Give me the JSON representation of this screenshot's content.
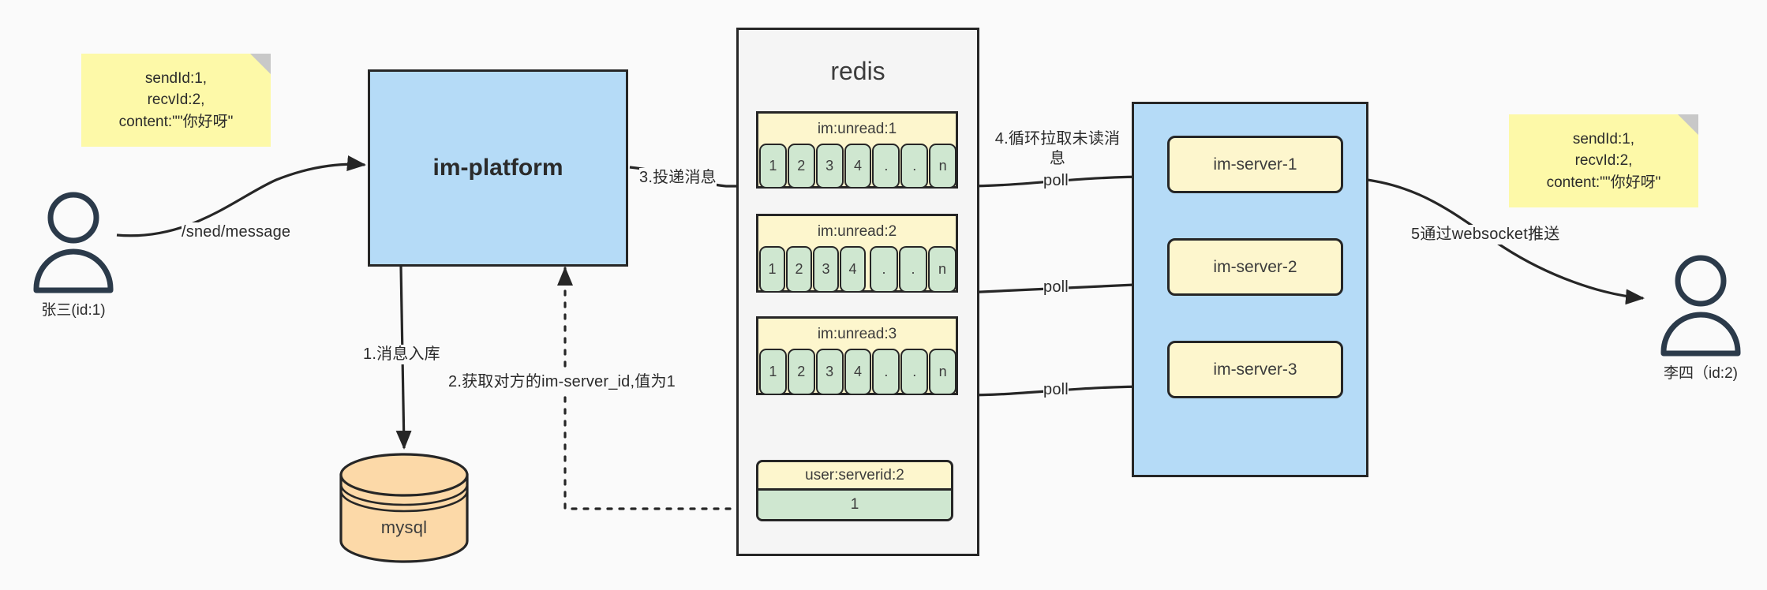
{
  "diagram": {
    "title": "IM message delivery architecture"
  },
  "actors": {
    "sender": {
      "label": "张三(id:1)",
      "icon": "person-icon"
    },
    "receiver": {
      "label": "李四（id:2)",
      "icon": "person-icon"
    }
  },
  "notes": {
    "left": {
      "line1": "sendId:1,",
      "line2": "recvId:2,",
      "line3": "content:\"\"你好呀\""
    },
    "right": {
      "line1": "sendId:1,",
      "line2": "recvId:2,",
      "line3": "content:\"\"你好呀\""
    }
  },
  "nodes": {
    "platform": "im-platform",
    "mysql": "mysql",
    "redis_title": "redis",
    "servers": [
      "im-server-1",
      "im-server-2",
      "im-server-3"
    ]
  },
  "redis": {
    "lists": [
      {
        "key": "im:unread:1",
        "cells": [
          "1",
          "2",
          "3",
          "4",
          ".",
          ".",
          "n"
        ]
      },
      {
        "key": "im:unread:2",
        "cells": [
          "1",
          "2",
          "3",
          "4",
          ".",
          ".",
          "n"
        ]
      },
      {
        "key": "im:unread:3",
        "cells": [
          "1",
          "2",
          "3",
          "4",
          ".",
          ".",
          "n"
        ]
      }
    ],
    "kv": {
      "key": "user:serverid:2",
      "value": "1"
    }
  },
  "edges": {
    "send_message": "/sned/message",
    "step1": "1.消息入库",
    "step2": "2.获取对方的im-server_id,值为1",
    "step3": "3.投递消息",
    "step4": "4.循环拉取未读消息",
    "step5": "5通过websocket推送",
    "poll1": "poll",
    "poll2": "poll",
    "poll3": "poll"
  },
  "colors": {
    "blue": "#b5dbf7",
    "yellow_node": "#fdf6cd",
    "green_cell": "#cfe7d0",
    "note_yellow": "#fdf9a8",
    "mysql_orange": "#fcd9a8",
    "stroke": "#262626",
    "actor": "#2b3a4a",
    "background": "#fafafa"
  }
}
